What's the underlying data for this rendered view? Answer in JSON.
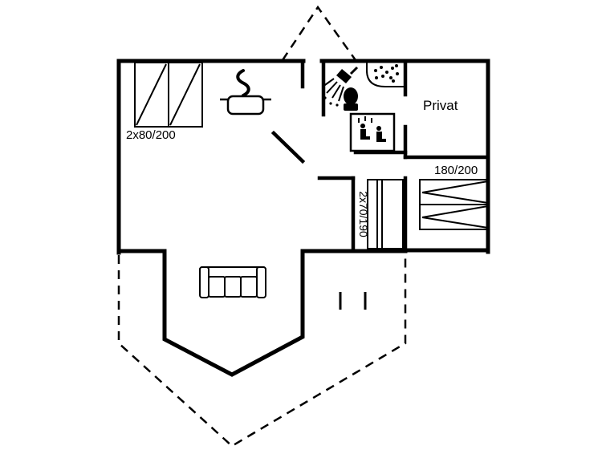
{
  "title": "Holiday home floor plan",
  "colors": {
    "wall": "#000000",
    "background": "#ffffff"
  },
  "labels": {
    "bed_left": "2x80/200",
    "privat": "Privat",
    "bed_right": "180/200",
    "bunk": "2x70/190"
  },
  "icons": [
    "double-bed-icon",
    "cooking-pot-icon",
    "steam-icon",
    "shower-icon",
    "toilet-icon",
    "washbasin-icon",
    "sauna-icon",
    "double-bed-right-icon",
    "bunk-bed-icon",
    "sofa-icon",
    "roof-outline",
    "terrace-outline"
  ]
}
